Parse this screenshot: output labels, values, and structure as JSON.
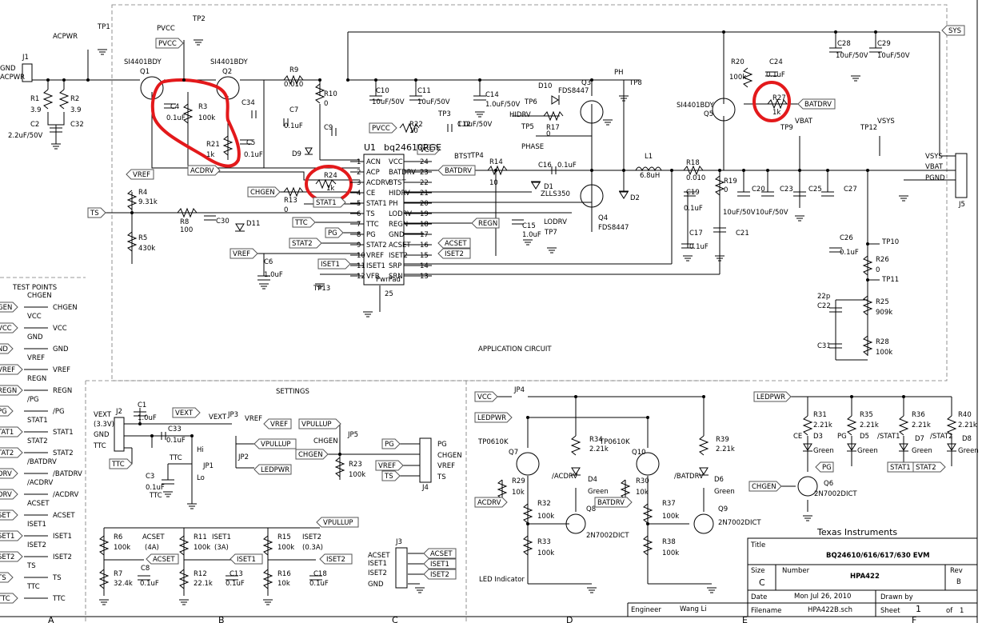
{
  "title_block": {
    "company": "Texas Instruments",
    "title_label": "Title",
    "title": "BQ24610/616/617/630 EVM",
    "size_label": "Size",
    "size": "C",
    "number_label": "Number",
    "number": "HPA422",
    "rev_label": "Rev",
    "rev": "B",
    "date_label": "Date",
    "date": "Mon Jul 26, 2010",
    "drawn_label": "Drawn by",
    "engineer_label": "Engineer",
    "engineer": "Wang Li",
    "filename_label": "Filename",
    "filename": "HPA422B.sch",
    "sheet_label": "Sheet",
    "sheet": "1",
    "of_label": "of",
    "of": "1"
  },
  "sections": {
    "application": "APPLICATION CIRCUIT",
    "settings": "SETTINGS",
    "test_points": "TEST POINTS",
    "led": "LED Indicator"
  },
  "border_letters": [
    "A",
    "B",
    "C",
    "D",
    "E",
    "F"
  ],
  "ic": {
    "ref": "U1",
    "part": "bq24610RGE",
    "pad": "PwrPad",
    "gnd_pin": "25",
    "left_pins": [
      {
        "num": "1",
        "name": "ACN"
      },
      {
        "num": "2",
        "name": "ACP"
      },
      {
        "num": "3",
        "name": "ACDRV"
      },
      {
        "num": "4",
        "name": "CE"
      },
      {
        "num": "5",
        "name": "STAT1"
      },
      {
        "num": "6",
        "name": "TS"
      },
      {
        "num": "7",
        "name": "TTC"
      },
      {
        "num": "8",
        "name": "PG"
      },
      {
        "num": "9",
        "name": "STAT2"
      },
      {
        "num": "10",
        "name": "VREF"
      },
      {
        "num": "11",
        "name": "ISET1"
      },
      {
        "num": "12",
        "name": "VFB"
      }
    ],
    "right_pins": [
      {
        "num": "24",
        "name": "VCC"
      },
      {
        "num": "23",
        "name": "BATDRV"
      },
      {
        "num": "22",
        "name": "BTST"
      },
      {
        "num": "21",
        "name": "HIDRV"
      },
      {
        "num": "20",
        "name": "PH"
      },
      {
        "num": "19",
        "name": "LODRV"
      },
      {
        "num": "18",
        "name": "REGN"
      },
      {
        "num": "17",
        "name": "GND"
      },
      {
        "num": "16",
        "name": "ACSET"
      },
      {
        "num": "15",
        "name": "ISET2"
      },
      {
        "num": "14",
        "name": "SRP"
      },
      {
        "num": "13",
        "name": "SRN"
      }
    ]
  },
  "labels": [
    {
      "id": "tp1",
      "t": "TP1"
    },
    {
      "id": "acpwr",
      "t": "ACPWR"
    },
    {
      "id": "j1",
      "t": "J1"
    },
    {
      "id": "gnd1",
      "t": "GND"
    },
    {
      "id": "acpwr2",
      "t": "ACPWR"
    },
    {
      "id": "tp2",
      "t": "TP2"
    },
    {
      "id": "pvcc1",
      "t": "PVCC"
    },
    {
      "id": "pvccb",
      "t": "PVCC"
    },
    {
      "id": "q1p",
      "t": "SI4401BDY"
    },
    {
      "id": "q1",
      "t": "Q1"
    },
    {
      "id": "q2p",
      "t": "SI4401BDY"
    },
    {
      "id": "q2",
      "t": "Q2"
    },
    {
      "id": "r1",
      "t": "R1"
    },
    {
      "id": "r1v",
      "t": "3.9"
    },
    {
      "id": "r2",
      "t": "R2"
    },
    {
      "id": "r2v",
      "t": "3.9"
    },
    {
      "id": "c2",
      "t": "C2"
    },
    {
      "id": "c2v",
      "t": "2.2uF/50V"
    },
    {
      "id": "c32",
      "t": "C32"
    },
    {
      "id": "c4",
      "t": "C4"
    },
    {
      "id": "c4v",
      "t": "0.1uF"
    },
    {
      "id": "r3",
      "t": "R3"
    },
    {
      "id": "r3v",
      "t": "100k"
    },
    {
      "id": "r21",
      "t": "R21"
    },
    {
      "id": "r21v",
      "t": "1k"
    },
    {
      "id": "c5",
      "t": "C5"
    },
    {
      "id": "c5v",
      "t": "0.1uF"
    },
    {
      "id": "c34",
      "t": "C34"
    },
    {
      "id": "r9",
      "t": "R9"
    },
    {
      "id": "r9v",
      "t": "0.010"
    },
    {
      "id": "r10",
      "t": "R10"
    },
    {
      "id": "r10v",
      "t": "0"
    },
    {
      "id": "c7",
      "t": "C7"
    },
    {
      "id": "c7v",
      "t": "0.1uF"
    },
    {
      "id": "c9",
      "t": "C9"
    },
    {
      "id": "d9",
      "t": "D9"
    },
    {
      "id": "acdrv1",
      "t": "ACDRV"
    },
    {
      "id": "vref1",
      "t": "VREF"
    },
    {
      "id": "r24",
      "t": "R24"
    },
    {
      "id": "r24v",
      "t": "1k"
    },
    {
      "id": "chgen1",
      "t": "CHGEN"
    },
    {
      "id": "r13",
      "t": "R13"
    },
    {
      "id": "r13v",
      "t": "0"
    },
    {
      "id": "stat1a",
      "t": "STAT1"
    },
    {
      "id": "r4",
      "t": "R4"
    },
    {
      "id": "r4v",
      "t": "9.31k"
    },
    {
      "id": "ts1",
      "t": "TS"
    },
    {
      "id": "r8",
      "t": "R8"
    },
    {
      "id": "r8v",
      "t": "100"
    },
    {
      "id": "c30",
      "t": "C30"
    },
    {
      "id": "d11",
      "t": "D11"
    },
    {
      "id": "ttc1",
      "t": "TTC"
    },
    {
      "id": "pg1",
      "t": "PG"
    },
    {
      "id": "stat2a",
      "t": "STAT2"
    },
    {
      "id": "r5",
      "t": "R5"
    },
    {
      "id": "r5v",
      "t": "430k"
    },
    {
      "id": "vref2",
      "t": "VREF"
    },
    {
      "id": "c6",
      "t": "C6"
    },
    {
      "id": "c6v",
      "t": "1.0uF"
    },
    {
      "id": "iset1a",
      "t": "ISET1"
    },
    {
      "id": "tp13",
      "t": "TP13"
    },
    {
      "id": "c10",
      "t": "C10"
    },
    {
      "id": "c10v",
      "t": "10uF/50V"
    },
    {
      "id": "c11",
      "t": "C11"
    },
    {
      "id": "c11v",
      "t": "10uF/50V"
    },
    {
      "id": "c14",
      "t": "C14"
    },
    {
      "id": "c14v",
      "t": "1.0uF/50V"
    },
    {
      "id": "r22",
      "t": "R22"
    },
    {
      "id": "r22v",
      "t": "10"
    },
    {
      "id": "pvccc",
      "t": "PVCC"
    },
    {
      "id": "tp3",
      "t": "TP3"
    },
    {
      "id": "c12",
      "t": "C12"
    },
    {
      "id": "c12v",
      "t": "1.0uF/50V"
    },
    {
      "id": "vcc1",
      "t": "VCC"
    },
    {
      "id": "batdrv1",
      "t": "BATDRV"
    },
    {
      "id": "btst",
      "t": "BTST"
    },
    {
      "id": "tp4",
      "t": "TP4"
    },
    {
      "id": "r14",
      "t": "R14"
    },
    {
      "id": "r14v",
      "t": "10"
    },
    {
      "id": "d10",
      "t": "D10"
    },
    {
      "id": "fds1",
      "t": "FDS8447"
    },
    {
      "id": "q3",
      "t": "Q3"
    },
    {
      "id": "tp6",
      "t": "TP6"
    },
    {
      "id": "hidrv",
      "t": "HIDRV"
    },
    {
      "id": "tp5",
      "t": "TP5"
    },
    {
      "id": "r17",
      "t": "R17"
    },
    {
      "id": "r17v",
      "t": "0"
    },
    {
      "id": "phase",
      "t": "PHASE"
    },
    {
      "id": "c16",
      "t": "C16"
    },
    {
      "id": "c16v",
      "t": "0.1uF"
    },
    {
      "id": "d1",
      "t": "D1"
    },
    {
      "id": "zlls",
      "t": "ZLLS350"
    },
    {
      "id": "regn1",
      "t": "REGN"
    },
    {
      "id": "c15",
      "t": "C15"
    },
    {
      "id": "c15v",
      "t": "1.0uF"
    },
    {
      "id": "tp7",
      "t": "TP7"
    },
    {
      "id": "lodrv",
      "t": "LODRV"
    },
    {
      "id": "fds2",
      "t": "FDS8447"
    },
    {
      "id": "q4",
      "t": "Q4"
    },
    {
      "id": "acset1",
      "t": "ACSET"
    },
    {
      "id": "iset2a",
      "t": "ISET2"
    },
    {
      "id": "ph",
      "t": "PH"
    },
    {
      "id": "tp8",
      "t": "TP8"
    },
    {
      "id": "l1",
      "t": "L1"
    },
    {
      "id": "l1v",
      "t": "6.8uH"
    },
    {
      "id": "d2",
      "t": "D2"
    },
    {
      "id": "r18",
      "t": "R18"
    },
    {
      "id": "r18v",
      "t": "0.010"
    },
    {
      "id": "c19",
      "t": "C19"
    },
    {
      "id": "c19v",
      "t": "0.1uF"
    },
    {
      "id": "c17",
      "t": "C17"
    },
    {
      "id": "c17v",
      "t": "0.1uF"
    },
    {
      "id": "c21",
      "t": "C21"
    },
    {
      "id": "r19",
      "t": "R19"
    },
    {
      "id": "r19v",
      "t": "0"
    },
    {
      "id": "c20",
      "t": "C20"
    },
    {
      "id": "c23",
      "t": "C23"
    },
    {
      "id": "c25",
      "t": "C25"
    },
    {
      "id": "c27",
      "t": "C27"
    },
    {
      "id": "c20v",
      "t": "10uF/50V"
    },
    {
      "id": "c23v",
      "t": "10uF/50V"
    },
    {
      "id": "sys",
      "t": "SYS"
    },
    {
      "id": "c28",
      "t": "C28"
    },
    {
      "id": "c28v",
      "t": "10uF/50V"
    },
    {
      "id": "c29",
      "t": "C29"
    },
    {
      "id": "c29v",
      "t": "10uF/50V"
    },
    {
      "id": "r20",
      "t": "R20"
    },
    {
      "id": "r20v",
      "t": "100k"
    },
    {
      "id": "c24",
      "t": "C24"
    },
    {
      "id": "c24v",
      "t": "0.1uF"
    },
    {
      "id": "r27",
      "t": "R27"
    },
    {
      "id": "r27v",
      "t": "1k"
    },
    {
      "id": "batdrv2",
      "t": "BATDRV"
    },
    {
      "id": "q5p",
      "t": "SI4401BDY"
    },
    {
      "id": "q5",
      "t": "Q5"
    },
    {
      "id": "vbat",
      "t": "VBAT"
    },
    {
      "id": "tp9",
      "t": "TP9"
    },
    {
      "id": "vsys",
      "t": "VSYS"
    },
    {
      "id": "tp12",
      "t": "TP12"
    },
    {
      "id": "vsys2",
      "t": "VSYS"
    },
    {
      "id": "vbat2",
      "t": "VBAT"
    },
    {
      "id": "pgnd",
      "t": "PGND"
    },
    {
      "id": "j5",
      "t": "J5"
    },
    {
      "id": "tp10",
      "t": "TP10"
    },
    {
      "id": "c26",
      "t": "C26"
    },
    {
      "id": "c26v",
      "t": "0.1uF"
    },
    {
      "id": "r26",
      "t": "R26"
    },
    {
      "id": "r26v",
      "t": "0"
    },
    {
      "id": "tp11",
      "t": "TP11"
    },
    {
      "id": "c22",
      "t": "22p"
    },
    {
      "id": "c22b",
      "t": "C22"
    },
    {
      "id": "r25",
      "t": "R25"
    },
    {
      "id": "r25v",
      "t": "909k"
    },
    {
      "id": "c31",
      "t": "C31"
    },
    {
      "id": "r28",
      "t": "R28"
    },
    {
      "id": "r28v",
      "t": "100k"
    },
    {
      "id": "vext",
      "t": "VEXT"
    },
    {
      "id": "v33",
      "t": "(3.3V)"
    },
    {
      "id": "gndj",
      "t": "GND"
    },
    {
      "id": "ttcj",
      "t": "TTC"
    },
    {
      "id": "j2",
      "t": "J2"
    },
    {
      "id": "c1",
      "t": "C1"
    },
    {
      "id": "c1v",
      "t": "1.0uF"
    },
    {
      "id": "vext2",
      "t": "VEXT"
    },
    {
      "id": "vext3",
      "t": "VEXT"
    },
    {
      "id": "jp3",
      "t": "JP3"
    },
    {
      "id": "vref3",
      "t": "VREF"
    },
    {
      "id": "vref4",
      "t": "VREF"
    },
    {
      "id": "c33",
      "t": "C33"
    },
    {
      "id": "c33v",
      "t": "0.1uF"
    },
    {
      "id": "vpullup1",
      "t": "VPULLUP"
    },
    {
      "id": "hi",
      "t": "Hi"
    },
    {
      "id": "jp2",
      "t": "JP2"
    },
    {
      "id": "ttc2",
      "t": "TTC"
    },
    {
      "id": "ttc3",
      "t": "TTC"
    },
    {
      "id": "jp1",
      "t": "JP1"
    },
    {
      "id": "lo",
      "t": "Lo"
    },
    {
      "id": "ledpwr1",
      "t": "LEDPWR"
    },
    {
      "id": "c3",
      "t": "C3"
    },
    {
      "id": "c3v",
      "t": "0.1uF"
    },
    {
      "id": "ttc4",
      "t": "TTC"
    },
    {
      "id": "vpullup2",
      "t": "VPULLUP"
    },
    {
      "id": "chgen2",
      "t": "CHGEN"
    },
    {
      "id": "jp5",
      "t": "JP5"
    },
    {
      "id": "chgen3",
      "t": "CHGEN"
    },
    {
      "id": "r23",
      "t": "R23"
    },
    {
      "id": "r23v",
      "t": "100k"
    },
    {
      "id": "pg2",
      "t": "PG"
    },
    {
      "id": "vref5",
      "t": "VREF"
    },
    {
      "id": "ts2",
      "t": "TS"
    },
    {
      "id": "j4",
      "t": "J4"
    },
    {
      "id": "j4pg",
      "t": "PG"
    },
    {
      "id": "j4chgen",
      "t": "CHGEN"
    },
    {
      "id": "j4vref",
      "t": "VREF"
    },
    {
      "id": "j4ts",
      "t": "TS"
    },
    {
      "id": "vpullup3",
      "t": "VPULLUP"
    },
    {
      "id": "r6",
      "t": "R6"
    },
    {
      "id": "r6v",
      "t": "100k"
    },
    {
      "id": "acset2",
      "t": "ACSET"
    },
    {
      "id": "acsetv",
      "t": "(4A)"
    },
    {
      "id": "acset3",
      "t": "ACSET"
    },
    {
      "id": "r7",
      "t": "R7"
    },
    {
      "id": "r7v",
      "t": "32.4k"
    },
    {
      "id": "c8",
      "t": "C8"
    },
    {
      "id": "c8v",
      "t": "0.1uF"
    },
    {
      "id": "r11",
      "t": "R11"
    },
    {
      "id": "r11v",
      "t": "100k"
    },
    {
      "id": "iset1b",
      "t": "ISET1"
    },
    {
      "id": "iset1v",
      "t": "(3A)"
    },
    {
      "id": "iset1c",
      "t": "ISET1"
    },
    {
      "id": "r12",
      "t": "R12"
    },
    {
      "id": "r12v",
      "t": "22.1k"
    },
    {
      "id": "c13",
      "t": "C13"
    },
    {
      "id": "c13v",
      "t": "0.1uF"
    },
    {
      "id": "r15",
      "t": "R15"
    },
    {
      "id": "r15v",
      "t": "100k"
    },
    {
      "id": "iset2b",
      "t": "ISET2"
    },
    {
      "id": "iset2v",
      "t": "(0.3A)"
    },
    {
      "id": "iset2c",
      "t": "ISET2"
    },
    {
      "id": "r16",
      "t": "R16"
    },
    {
      "id": "r16v",
      "t": "10k"
    },
    {
      "id": "c18",
      "t": "C18"
    },
    {
      "id": "c18v",
      "t": "0.1uF"
    },
    {
      "id": "j3",
      "t": "J3"
    },
    {
      "id": "j3a",
      "t": "ACSET"
    },
    {
      "id": "j3b",
      "t": "ISET1"
    },
    {
      "id": "j3c",
      "t": "ISET2"
    },
    {
      "id": "j3d",
      "t": "GND"
    },
    {
      "id": "j3la",
      "t": "ACSET"
    },
    {
      "id": "j3lb",
      "t": "ISET1"
    },
    {
      "id": "j3lc",
      "t": "ISET2"
    },
    {
      "id": "vcc2",
      "t": "VCC"
    },
    {
      "id": "jp4",
      "t": "JP4"
    },
    {
      "id": "ledpwr2",
      "t": "LEDPWR"
    },
    {
      "id": "ledpwr3",
      "t": "LEDPWR"
    },
    {
      "id": "tp0610a",
      "t": "TP0610K"
    },
    {
      "id": "q7",
      "t": "Q7"
    },
    {
      "id": "r29",
      "t": "R29"
    },
    {
      "id": "r29v",
      "t": "10k"
    },
    {
      "id": "acdrv2",
      "t": "ACDRV"
    },
    {
      "id": "r34",
      "t": "R34"
    },
    {
      "id": "r34v",
      "t": "2.21k"
    },
    {
      "id": "acdrvl",
      "t": "/ACDRV"
    },
    {
      "id": "d4",
      "t": "D4"
    },
    {
      "id": "d4g",
      "t": "Green"
    },
    {
      "id": "r32",
      "t": "R32"
    },
    {
      "id": "r32v",
      "t": "100k"
    },
    {
      "id": "q8",
      "t": "Q8"
    },
    {
      "id": "q8p",
      "t": "2N7002DICT"
    },
    {
      "id": "r33",
      "t": "R33"
    },
    {
      "id": "r33v",
      "t": "100k"
    },
    {
      "id": "tp0610b",
      "t": "TP0610K"
    },
    {
      "id": "q10",
      "t": "Q10"
    },
    {
      "id": "r30",
      "t": "R30"
    },
    {
      "id": "r30v",
      "t": "10k"
    },
    {
      "id": "batdrv3",
      "t": "BATDRV"
    },
    {
      "id": "r39",
      "t": "R39"
    },
    {
      "id": "r39v",
      "t": "2.21k"
    },
    {
      "id": "batdrvl",
      "t": "/BATDRV"
    },
    {
      "id": "d6",
      "t": "D6"
    },
    {
      "id": "d6g",
      "t": "Green"
    },
    {
      "id": "r37",
      "t": "R37"
    },
    {
      "id": "r37v",
      "t": "100k"
    },
    {
      "id": "q9",
      "t": "Q9"
    },
    {
      "id": "q9p",
      "t": "2N7002DICT"
    },
    {
      "id": "r38",
      "t": "R38"
    },
    {
      "id": "r38v",
      "t": "100k"
    },
    {
      "id": "r31",
      "t": "R31"
    },
    {
      "id": "r31v",
      "t": "2.21k"
    },
    {
      "id": "ce",
      "t": "CE"
    },
    {
      "id": "d3",
      "t": "D3"
    },
    {
      "id": "d3g",
      "t": "Green"
    },
    {
      "id": "r35",
      "t": "R35"
    },
    {
      "id": "r35v",
      "t": "2.21k"
    },
    {
      "id": "pgl",
      "t": "PG"
    },
    {
      "id": "d5",
      "t": "D5"
    },
    {
      "id": "d5g",
      "t": "Green"
    },
    {
      "id": "r36",
      "t": "R36"
    },
    {
      "id": "r36v",
      "t": "2.21k"
    },
    {
      "id": "stat1l",
      "t": "/STAT1"
    },
    {
      "id": "d7",
      "t": "D7"
    },
    {
      "id": "d7g",
      "t": "Green"
    },
    {
      "id": "r40",
      "t": "R40"
    },
    {
      "id": "r40v",
      "t": "2.21k"
    },
    {
      "id": "stat2l",
      "t": "/STAT2"
    },
    {
      "id": "d8",
      "t": "D8"
    },
    {
      "id": "d8g",
      "t": "Green"
    },
    {
      "id": "pg3",
      "t": "PG"
    },
    {
      "id": "stat1b",
      "t": "STAT1"
    },
    {
      "id": "stat2b",
      "t": "STAT2"
    },
    {
      "id": "chgen4",
      "t": "CHGEN"
    },
    {
      "id": "q6",
      "t": "Q6"
    },
    {
      "id": "q6p",
      "t": "2N7002DICT"
    }
  ],
  "test_points": [
    {
      "flag": "GEN",
      "top": "CHGEN",
      "side": "CHGEN"
    },
    {
      "flag": "VCC",
      "top": "VCC",
      "side": "VCC"
    },
    {
      "flag": "ND",
      "top": "GND",
      "side": "GND"
    },
    {
      "flag": "VREF",
      "top": "VREF",
      "side": "VREF"
    },
    {
      "flag": "REGN",
      "top": "REGN",
      "side": "REGN"
    },
    {
      "flag": "PG",
      "top": "/PG",
      "side": "/PG"
    },
    {
      "flag": "TAT1",
      "top": "STAT1",
      "side": "STAT1"
    },
    {
      "flag": "TAT2",
      "top": "STAT2",
      "side": "STAT2"
    },
    {
      "flag": "DRV",
      "top": "/BATDRV",
      "side": "/BATDRV"
    },
    {
      "flag": "DRV",
      "top": "/ACDRV",
      "side": "/ACDRV"
    },
    {
      "flag": "SET",
      "top": "ACSET",
      "side": "ACSET"
    },
    {
      "flag": "SET1",
      "top": "ISET1",
      "side": "ISET1"
    },
    {
      "flag": "SET2",
      "top": "ISET2",
      "side": "ISET2"
    },
    {
      "flag": "TS",
      "top": "TS",
      "side": "TS"
    },
    {
      "flag": "TTC",
      "top": "TTC",
      "side": "TTC"
    }
  ]
}
